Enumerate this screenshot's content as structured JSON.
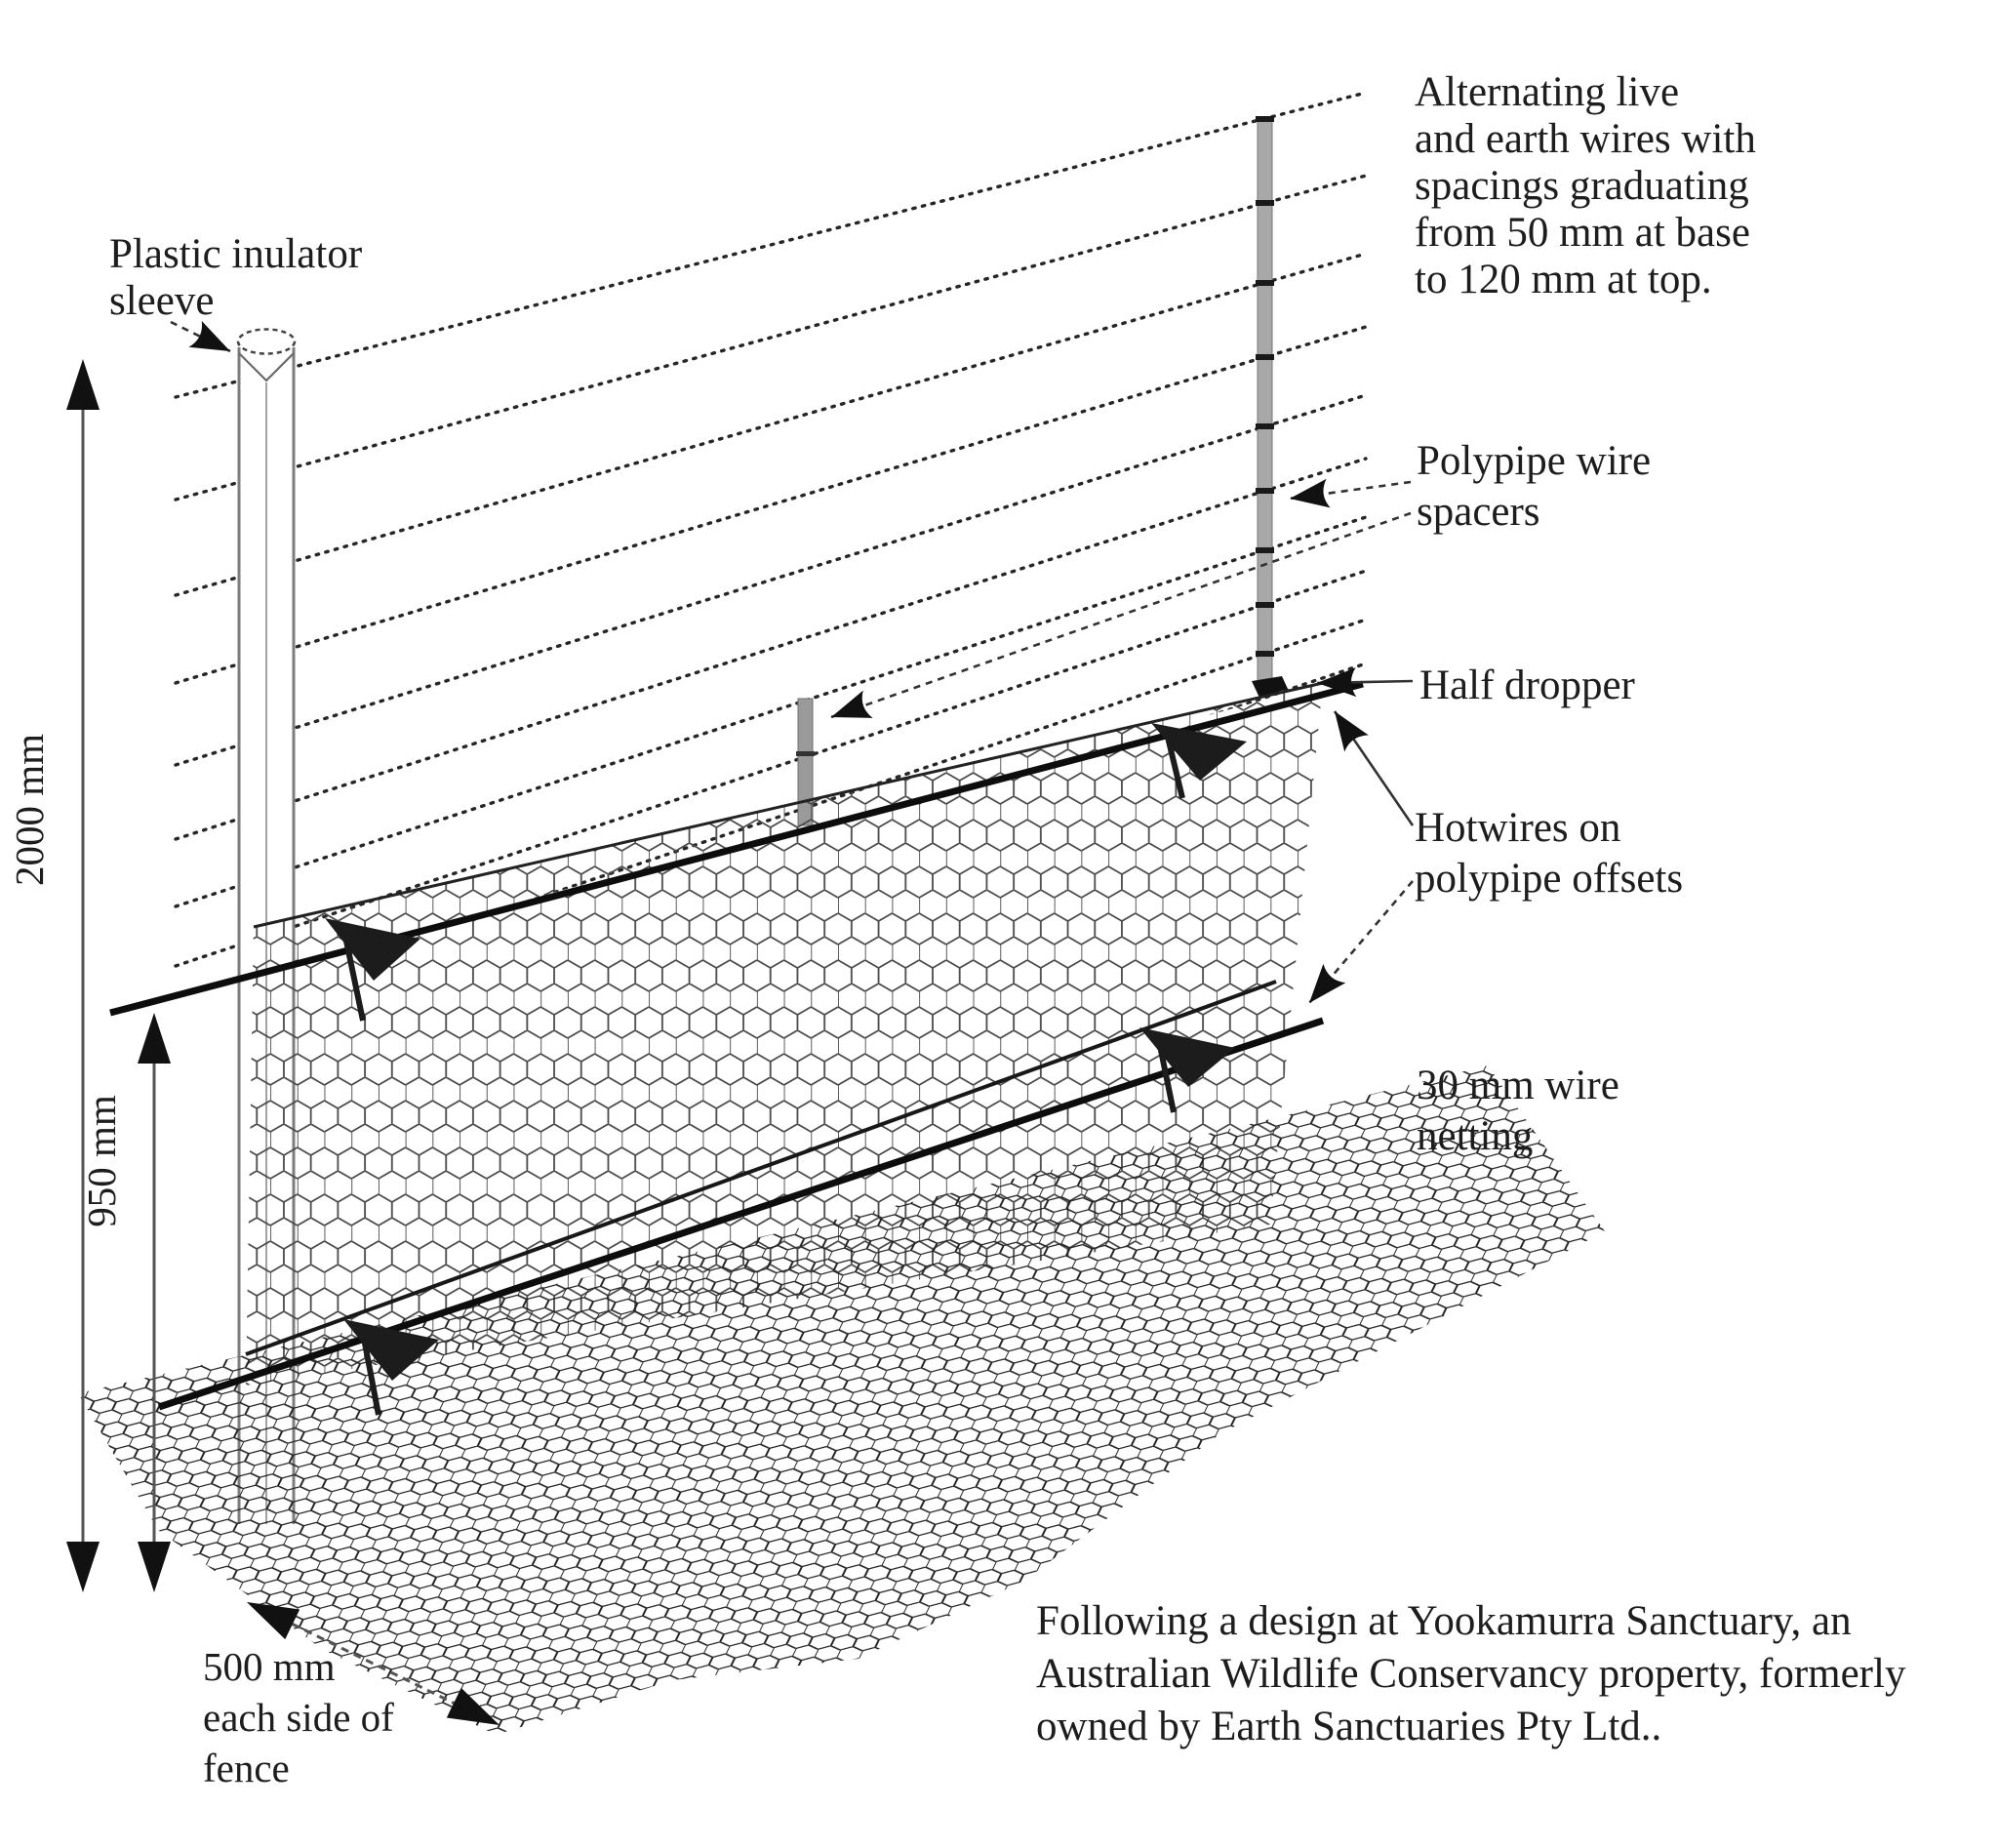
{
  "diagram_title": "Predator-proof fence design",
  "colors": {
    "paper": "#ffffff",
    "ink": "#1d1d1d",
    "spacer_gray": "#a0a0a0",
    "post_edge_gray": "#7d7d7d"
  },
  "labels": {
    "plastic_sleeve": {
      "lines": [
        "Plastic inulator",
        "sleeve"
      ]
    },
    "alternating_wires": {
      "lines": [
        "Alternating live",
        "and earth wires with",
        "spacings graduating",
        "from 50 mm at base",
        "to 120 mm at top."
      ]
    },
    "polypipe_spacers": {
      "lines": [
        "Polypipe wire",
        "spacers"
      ]
    },
    "half_dropper": {
      "text": "Half dropper"
    },
    "hotwires": {
      "lines": [
        "Hotwires on",
        "polypipe offsets"
      ]
    },
    "wire_netting": {
      "lines": [
        "30 mm wire",
        "netting"
      ]
    },
    "credit": {
      "lines": [
        "Following a design at  Yookamurra Sanctuary, an",
        "Australian Wildlife Conservancy  property,  formerly",
        "owned by Earth Sanctuaries Pty Ltd.."
      ]
    }
  },
  "dimensions": {
    "total_height": "2000 mm",
    "hotwire_height": "950 mm",
    "apron_width": {
      "lines": [
        "500 mm",
        "each side of",
        "fence"
      ]
    }
  }
}
